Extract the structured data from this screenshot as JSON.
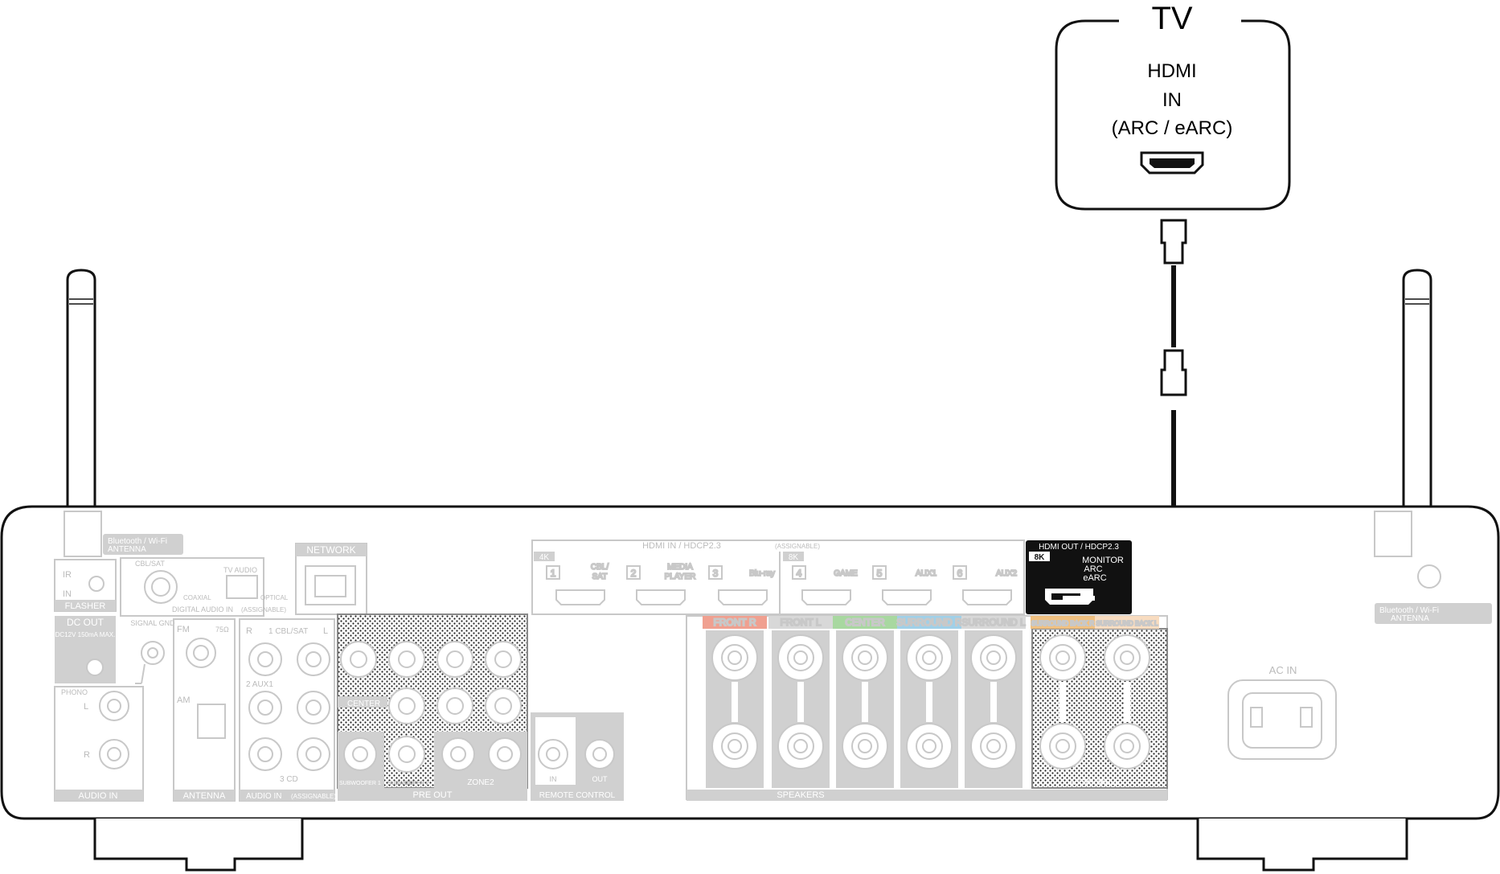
{
  "tv": {
    "title": "TV",
    "port_line1": "HDMI",
    "port_line2": "IN",
    "port_line3": "(ARC / eARC)"
  },
  "antenna_left": {
    "label_line1": "Bluetooth / Wi-Fi",
    "label_line2": "ANTENNA"
  },
  "antenna_right": {
    "label_line1": "Bluetooth / Wi-Fi",
    "label_line2": "ANTENNA"
  },
  "flasher": {
    "ir": "IR",
    "in": "IN",
    "title": "FLASHER"
  },
  "digital_audio": {
    "cbl_sat": "CBL/SAT",
    "coaxial": "COAXIAL",
    "tv_audio": "TV AUDIO",
    "optical": "OPTICAL",
    "title": "DIGITAL AUDIO IN",
    "assignable": "(ASSIGNABLE)"
  },
  "network": {
    "title": "NETWORK"
  },
  "dc_out": {
    "title": "DC OUT",
    "spec": "DC12V 150mA MAX."
  },
  "signal_gnd": "SIGNAL GND",
  "antenna_panel": {
    "fm": "FM",
    "ohm": "75Ω",
    "am": "AM",
    "title": "ANTENNA"
  },
  "phono": {
    "title": "PHONO",
    "l": "L",
    "r": "R",
    "footer": "AUDIO IN"
  },
  "audio_in": {
    "r": "R",
    "l": "L",
    "in1": "1 CBL/SAT",
    "in2": "2 AUX1",
    "in3": "3 CD",
    "title": "AUDIO IN",
    "assignable": "(ASSIGNABLE)"
  },
  "pre_out": {
    "center": "CENTER",
    "sub1": "SUBWOOFER 1",
    "sub2": "SUBWOOFER 2",
    "zone2": "ZONE2",
    "title": "PRE OUT"
  },
  "remote_control": {
    "in": "IN",
    "out": "OUT",
    "title": "REMOTE CONTROL"
  },
  "hdmi_in": {
    "title": "HDMI IN / HDCP2.3",
    "assignable": "(ASSIGNABLE)",
    "badge_4k": "4K",
    "badge_8k": "8K",
    "ports": [
      {
        "num": "1",
        "name_line1": "CBL/",
        "name_line2": "SAT"
      },
      {
        "num": "2",
        "name_line1": "MEDIA",
        "name_line2": "PLAYER"
      },
      {
        "num": "3",
        "name_line1": "Blu-ray",
        "name_line2": ""
      },
      {
        "num": "4",
        "name_line1": "GAME",
        "name_line2": ""
      },
      {
        "num": "5",
        "name_line1": "AUX1",
        "name_line2": ""
      },
      {
        "num": "6",
        "name_line1": "AUX2",
        "name_line2": ""
      }
    ]
  },
  "hdmi_out": {
    "title": "HDMI OUT / HDCP2.3",
    "badge": "8K",
    "line1": "MONITOR",
    "line2": "ARC",
    "line3": "eARC"
  },
  "speakers": {
    "title": "SPEAKERS",
    "assignable": "ASSIGNABLE",
    "channels": [
      {
        "label": "FRONT",
        "side": "R",
        "color": "#f0a090"
      },
      {
        "label": "FRONT",
        "side": "L",
        "color": "#d8d8d8"
      },
      {
        "label": "CENTER",
        "side": "",
        "color": "#a8d8a0"
      },
      {
        "label": "SURROUND",
        "side": "R",
        "color": "#a0d0e8"
      },
      {
        "label": "SURROUND",
        "side": "L",
        "color": "#d8d8d8"
      },
      {
        "label": "SURROUND BACK",
        "side": "R",
        "color": "#f0c080"
      },
      {
        "label": "SURROUND BACK",
        "side": "L",
        "color": "#f8dcc0"
      }
    ]
  },
  "ac_in": {
    "title": "AC IN"
  }
}
